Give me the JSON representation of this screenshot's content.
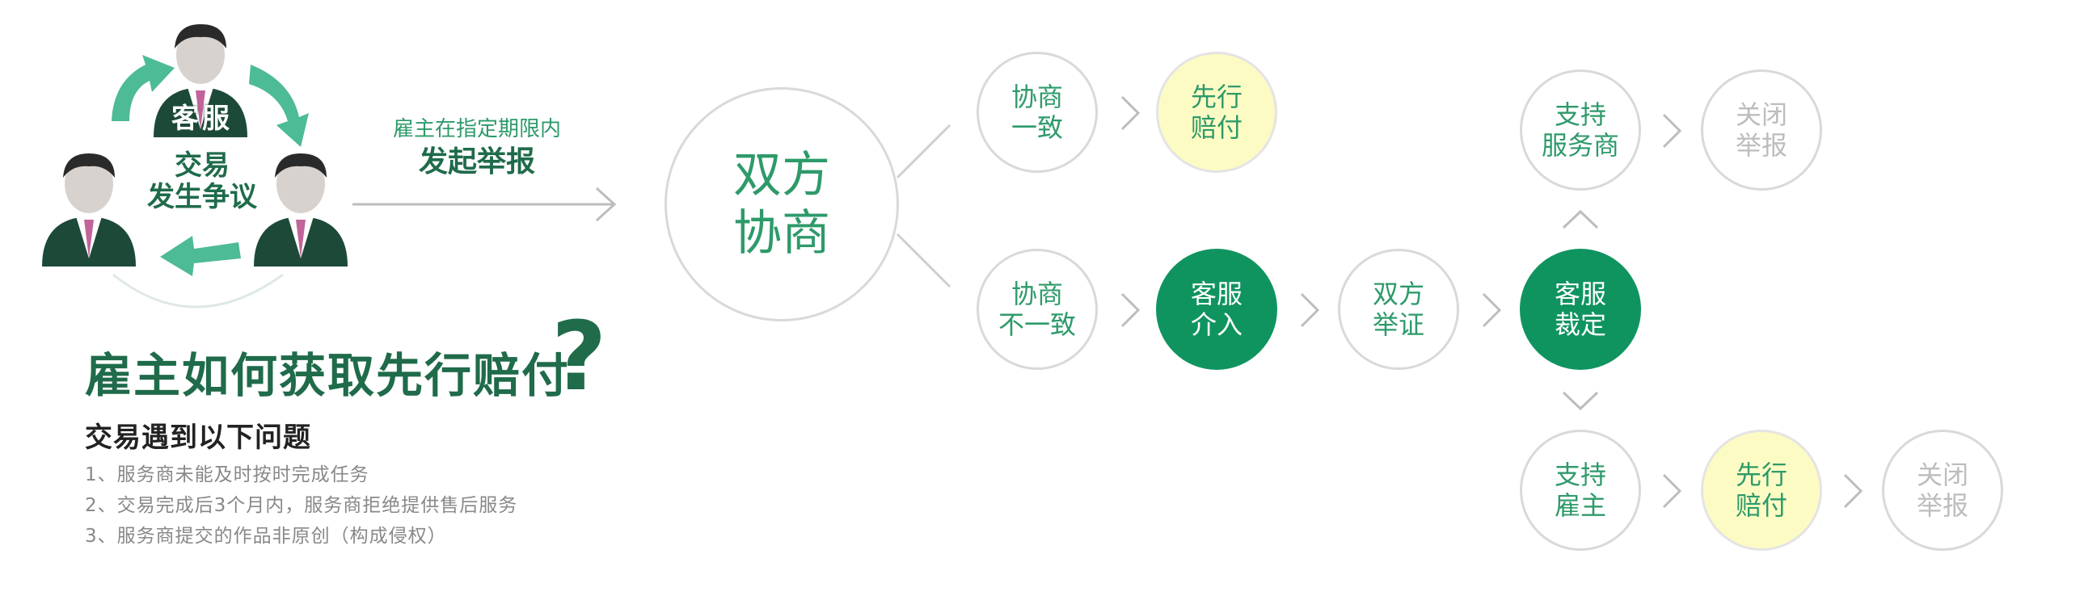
{
  "left": {
    "cs_label": "客服",
    "dispute_line1": "交易",
    "dispute_line2": "发生争议",
    "arrow_top": "雇主在指定期限内",
    "arrow_bottom": "发起举报",
    "headline": "雇主如何获取先行赔付",
    "question_mark": "?",
    "issues_title": "交易遇到以下问题",
    "issues": [
      "1、服务商未能及时按时完成任务",
      "2、交易完成后3个月内，服务商拒绝提供售后服务",
      "3、服务商提交的作品非原创（构成侵权）"
    ]
  },
  "flow": {
    "main": [
      "双方",
      "协商"
    ],
    "agree": [
      "协商",
      "一致"
    ],
    "advance_pay_top": [
      "先行",
      "赔付"
    ],
    "disagree": [
      "协商",
      "不一致"
    ],
    "cs_intervene": [
      "客服",
      "介入"
    ],
    "evidence": [
      "双方",
      "举证"
    ],
    "cs_ruling": [
      "客服",
      "裁定"
    ],
    "support_provider": [
      "支持",
      "服务商"
    ],
    "close_report_top": [
      "关闭",
      "举报"
    ],
    "support_employer": [
      "支持",
      "雇主"
    ],
    "advance_pay_bottom": [
      "先行",
      "赔付"
    ],
    "close_report_bottom": [
      "关闭",
      "举报"
    ]
  },
  "colors": {
    "green": "#0f9460",
    "text_green": "#2e9a6a",
    "yellow": "#fdfbc4",
    "grey_text": "#bdbdbd",
    "line_grey": "#cfcfcf",
    "dark_green": "#1f6b4a"
  }
}
